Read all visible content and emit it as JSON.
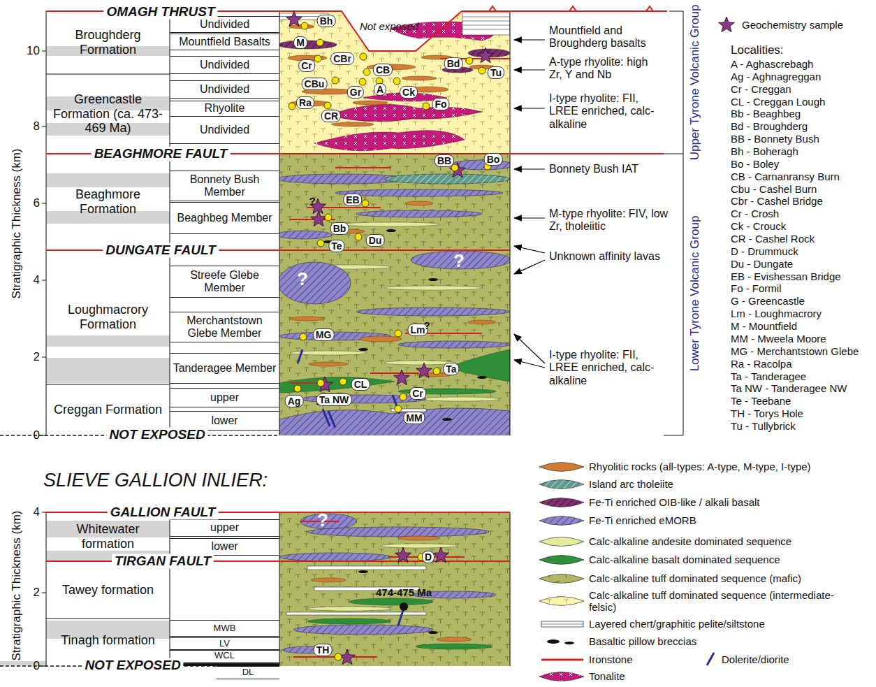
{
  "diagram": {
    "nodes": [
      {
        "text": [
          "Broughderg Formation"
        ]
      },
      {
        "text": [
          "Undivided"
        ]
      },
      {
        "text": [
          "Mountfield Basalts"
        ]
      },
      {
        "text": [
          "Undivided"
        ]
      },
      {
        "text": [
          "Greencastle Formation (ca. 473-469 Ma)"
        ]
      },
      {
        "text": [
          "Undivided"
        ]
      },
      {
        "text": [
          "Rhyolite"
        ]
      },
      {
        "text": [
          "Undivided"
        ]
      },
      {
        "text": [
          "Beaghmore Formation"
        ]
      },
      {
        "text": [
          "Bonnety Bush Member"
        ]
      },
      {
        "text": [
          "Beaghbeg Member"
        ]
      },
      {
        "text": [
          "Loughmacrory Formation"
        ]
      },
      {
        "text": [
          "Streefe Glebe Member"
        ]
      },
      {
        "text": [
          "Merchantstown Glebe Member"
        ]
      },
      {
        "text": [
          "Tanderagee Member"
        ]
      },
      {
        "text": [
          "Creggan Formation"
        ]
      },
      {
        "text": [
          "upper"
        ]
      },
      {
        "text": [
          "lower"
        ]
      },
      {
        "text": [
          "Whitewater formation"
        ]
      },
      {
        "text": [
          "upper"
        ]
      },
      {
        "text": [
          "lower"
        ]
      },
      {
        "text": [
          "Tawey formation"
        ]
      },
      {
        "text": [
          "Tinagh formation"
        ]
      },
      {
        "text": [
          "MWB"
        ]
      },
      {
        "text": [
          "LV"
        ]
      },
      {
        "text": [
          "WCL"
        ]
      },
      {
        "text": [
          "DL"
        ]
      }
    ],
    "labels": [
      "OMAGH THRUST",
      "Not exposed",
      "BEAGHMORE FAULT",
      "DUNGATE FAULT",
      "NOT EXPOSED",
      "Stratigraphic Thickness (km)",
      "10",
      "8",
      "6",
      "4",
      "2",
      "0",
      "Upper Tyrone Volcanic Group",
      "Lower Tyrone Volcanic Group",
      "Mountfield and Broughderg basalts",
      "A-type rhyolite: high Zr, Y and Nb",
      "I-type rhyolite: FII, LREE enriched, calc-alkaline",
      "Bonnety Bush IAT",
      "M-type rhyolite: FIV, low Zr, tholeiitic",
      "Unknown affinity lavas",
      "I-type rhyolite: FII, LREE enriched, calc-alkaline",
      "Localities:",
      "A - Aghascrebagh",
      "Ag - Aghnagreggan",
      "Cr - Creggan",
      "CL - Creggan Lough",
      "Bb - Beaghbeg",
      "Bd - Broughderg",
      "BB - Bonnety Bush",
      "Bh - Boheragh",
      "Bo - Boley",
      "CB - Carnanransy Burn",
      "Cbu - Cashel Burn",
      "Cbr - Cashel Bridge",
      "Cr - Crosh",
      "Ck - Crouck",
      "CR - Cashel Rock",
      "D - Drummuck",
      "Du - Dungate",
      "EB - Evishessan Bridge",
      "Fo - Formil",
      "G - Greencastle",
      "Lm - Loughmacrory",
      "M - Mountfield",
      "MM - Mweela Moore",
      "MG - Merchantstown Glebe",
      "Ra - Racolpa",
      "Ta - Tanderagee",
      "Ta NW - Tanderagee NW",
      "Te - Teebane",
      "TH - Torys Hole",
      "Tu - Tullybrick",
      "Bh",
      "M",
      "Cr",
      "CBr",
      "CB",
      "Bd",
      "Tu",
      "CBu",
      "Gr",
      "A",
      "Ck",
      "Ra",
      "CR",
      "Fo",
      "BB",
      "Bo",
      "EB",
      "Bb",
      "Du",
      "Te",
      "MG",
      "Lm",
      "Ta",
      "Ag",
      "Ta NW",
      "CL",
      "Cr",
      "MM",
      "?",
      "?",
      "?",
      "?",
      "SLIEVE GALLION INLIER:",
      "GALLION FAULT",
      "TIRGAN FAULT",
      "NOT EXPOSED",
      "Stratigraphic Thickness (km)",
      "4",
      "2",
      "0",
      "?",
      "474-475 Ma",
      "D",
      "TH"
    ],
    "legend": [
      {
        "text": "Geochemistry sample"
      },
      {
        "text": "Rhyolitic rocks (all-types: A-type, M-type, I-type)",
        "color": "#cf7d33"
      },
      {
        "text": "Island arc tholeiite",
        "color": "#5f9c8c"
      },
      {
        "text": "Fe-Ti enriched OIB-like / alkali basalt",
        "color": "#7d2f6e"
      },
      {
        "text": "Fe-Ti enriched eMORB",
        "color": "#8e86c9"
      },
      {
        "text": "Calc-alkaline andesite dominated sequence",
        "color": "#e3ec9a"
      },
      {
        "text": "Calc-alkaline basalt dominated sequence",
        "color": "#2f8f38"
      },
      {
        "text": "Calc-alkaline tuff dominated sequence (mafic)",
        "color": "#b0b865"
      },
      {
        "text": "Calc-alkaline tuff dominated sequence (intermediate-felsic)",
        "color": "#fbf3ae"
      },
      {
        "text": "Layered chert/graphitic pelite/siltstone"
      },
      {
        "text": "Basaltic pillow breccias"
      },
      {
        "text": "Ironstone"
      },
      {
        "text": "Dolerite/diorite"
      },
      {
        "text": "Tonalite",
        "color": "#c4187a"
      }
    ]
  }
}
